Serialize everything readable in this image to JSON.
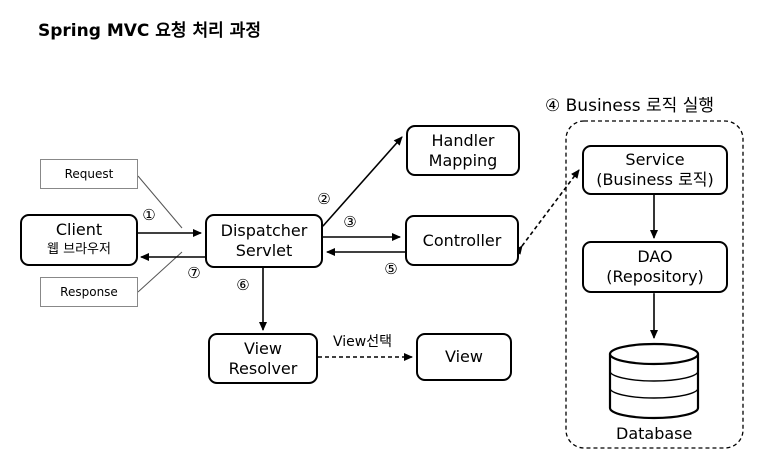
{
  "title": "Spring MVC 요청 처리 과정",
  "business_group": {
    "label": "④ Business 로직 실행"
  },
  "nodes": {
    "client": {
      "line1": "Client",
      "line2": "웹 브라우저"
    },
    "dispatcher": {
      "line1": "Dispatcher",
      "line2": "Servlet"
    },
    "handler_mapping": {
      "line1": "Handler",
      "line2": "Mapping"
    },
    "controller": {
      "label": "Controller"
    },
    "service": {
      "line1": "Service",
      "line2": "(Business 로직)"
    },
    "dao": {
      "line1": "DAO",
      "line2": "(Repository)"
    },
    "database": {
      "label": "Database"
    },
    "view_resolver": {
      "line1": "View",
      "line2": "Resolver"
    },
    "view": {
      "label": "View"
    }
  },
  "notes": {
    "request": "Request",
    "response": "Response"
  },
  "steps": {
    "s1": "①",
    "s2": "②",
    "s3": "③",
    "s5": "⑤",
    "s6": "⑥",
    "s7": "⑦"
  },
  "edge_labels": {
    "view_select": "View선택"
  }
}
